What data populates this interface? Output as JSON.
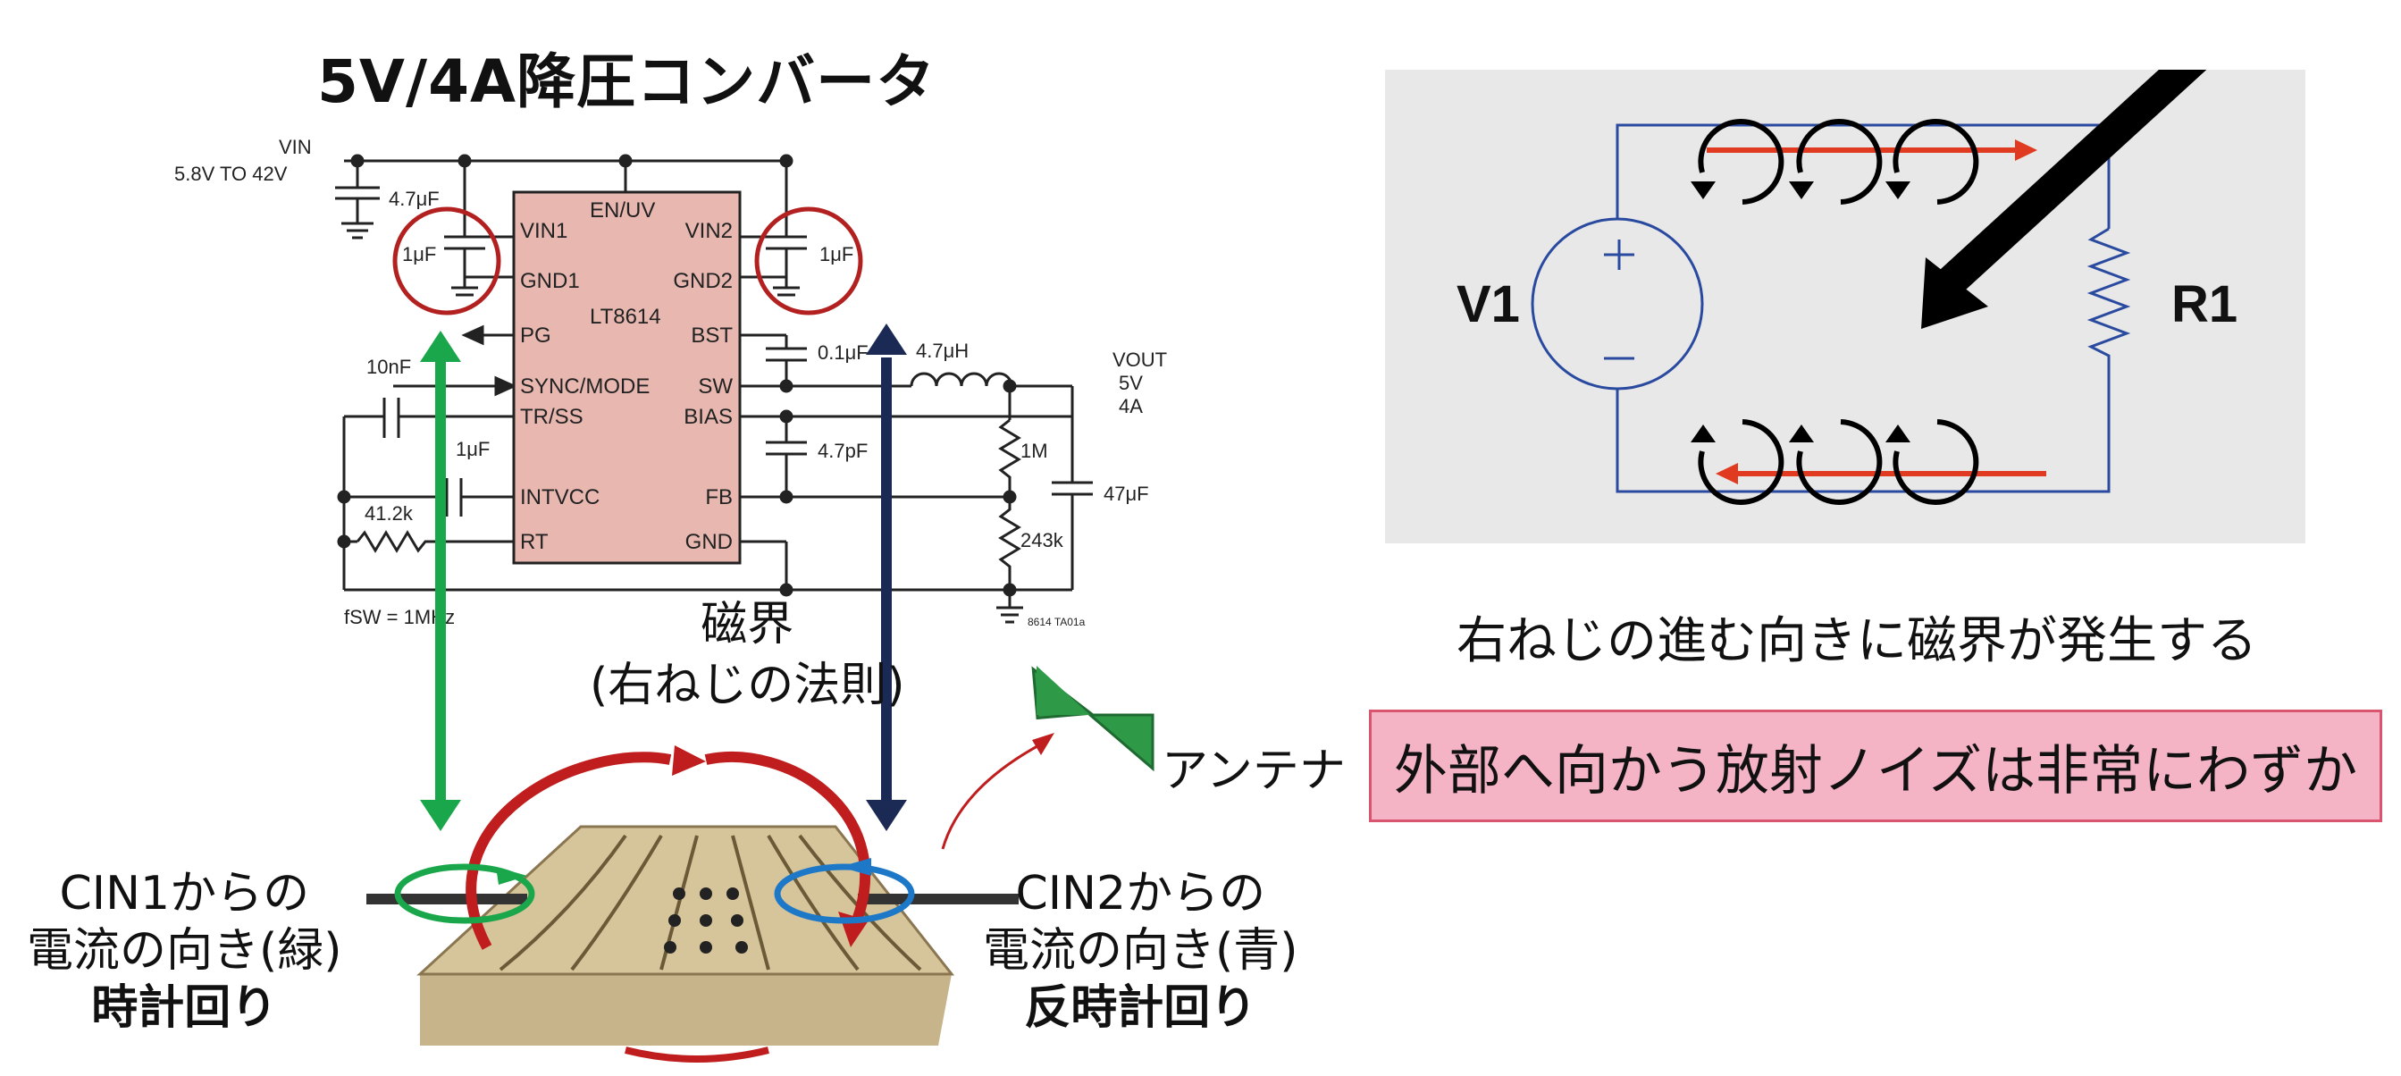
{
  "title": "5V/4A降圧コンバータ",
  "schematic": {
    "vin": "VIN",
    "vin_range": "5.8V TO 42V",
    "c_in": "4.7μF",
    "c1": "1μF",
    "c2": "1μF",
    "chip": "LT8614",
    "pins_left": [
      "VIN1",
      "GND1",
      "PG",
      "SYNC/MODE",
      "TR/SS",
      "INTVCC",
      "RT"
    ],
    "pins_right": [
      "VIN2",
      "GND2",
      "BST",
      "SW",
      "BIAS",
      "FB",
      "GND"
    ],
    "en": "EN/UV",
    "c_10n": "10nF",
    "c_1u_intv": "1μF",
    "r_rt": "41.2k",
    "fsw": "fSW = 1MHz",
    "c_bst": "0.1μF",
    "l": "4.7μH",
    "c_bias": "4.7pF",
    "r_top": "1M",
    "r_bot": "243k",
    "c_out": "47μF",
    "vout": "VOUT",
    "vout_v": "5V",
    "vout_i": "4A",
    "ref": "8614 TA01a"
  },
  "field_label_1": "磁界",
  "field_label_2": "(右ねじの法則)",
  "antenna": "アンテナ",
  "cin1_line1": "CIN1からの",
  "cin1_line2": "電流の向き(緑)",
  "cin1_line3": "時計回り",
  "cin2_line1": "CIN2からの",
  "cin2_line2": "電流の向き(青)",
  "cin2_line3": "反時計回り",
  "circuit": {
    "v1": "V1",
    "r1": "R1"
  },
  "right_caption": "右ねじの進む向きに磁界が発生する",
  "box_text": "外部へ向かう放射ノイズは非常にわずか",
  "colors": {
    "green": "#1aa64a",
    "navy": "#1b2a55",
    "red": "#c01e1e",
    "blue": "#1e78c8",
    "chip": "#e8b8b0",
    "box_fill": "#f4b4c6",
    "panel": "#e8e8e8"
  }
}
